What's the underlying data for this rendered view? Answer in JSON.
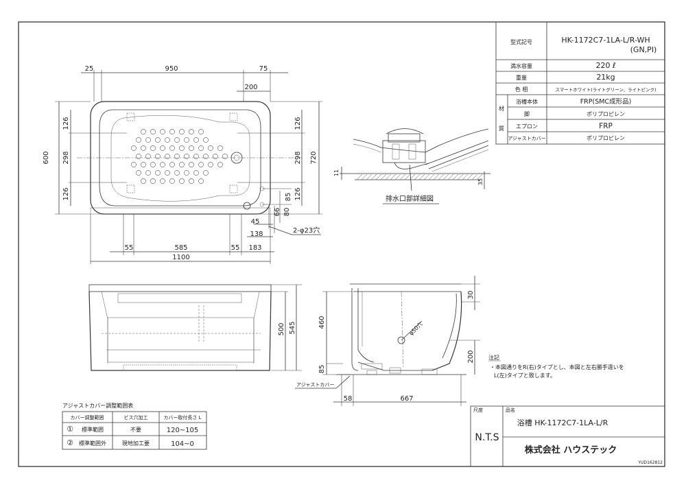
{
  "spec_table": {
    "model_label": "型式記号",
    "model_value_1": "HK-1172C7-1LA-L/R-WH",
    "model_value_2": "(GN,PI)",
    "capacity_label": "満水容量",
    "capacity_value": "220 ℓ",
    "weight_label": "重量",
    "weight_value": "21kg",
    "color_label": "色 相",
    "color_value": "スマートホワイト(ライトグリーン、ライトピンク)",
    "material_group": [
      "材",
      "質"
    ],
    "material_rows": [
      {
        "label": "浴槽本体",
        "value": "FRP(SMC成形品)"
      },
      {
        "label": "脚",
        "value": "ポリプロピレン"
      },
      {
        "label": "エプロン",
        "value": "FRP"
      },
      {
        "label": "アジャストカバー",
        "value": "ポリプロピレン"
      }
    ]
  },
  "plan_dims": {
    "top": [
      "25",
      "950",
      "75",
      "200"
    ],
    "left_total": "600",
    "left_parts": [
      "126",
      "298",
      "126"
    ],
    "right_total": "720",
    "right_parts": [
      "126",
      "298",
      "126"
    ],
    "drain": [
      "85",
      "80",
      "66"
    ],
    "bottom_small": [
      "45",
      "138"
    ],
    "hole_note": "2-φ23穴",
    "bottom_row": [
      "55",
      "585",
      "55",
      "183"
    ],
    "bottom_total": "1100"
  },
  "drain_detail": {
    "caption": "排水口部詳細図",
    "dims": [
      "11",
      "35"
    ]
  },
  "front_dims": [
    "545",
    "500"
  ],
  "side_dims": {
    "top": "30",
    "height": "460",
    "base": "85",
    "drain_dia": "φ50穴",
    "drain_h": "200",
    "bottom": [
      "58",
      "667"
    ],
    "cover_label": "アジャストカバー"
  },
  "notes": {
    "title": "注記",
    "line1": "・本図通りをR(右)タイプとし、本図と左右勝手違いを",
    "line2": "L(左)タイプと致します。"
  },
  "adjust_table": {
    "title": "アジャストカバー調整範囲表",
    "headers": [
      "カバー調整範囲",
      "ビス穴加工",
      "カバー取付長さ L"
    ],
    "rows": [
      {
        "num": "①",
        "range": "標準範囲",
        "work": "不要",
        "length": "120~105"
      },
      {
        "num": "②",
        "range": "標準範囲外",
        "work": "現地加工要",
        "length": "104~0"
      }
    ]
  },
  "title_block": {
    "scale_label": "尺度",
    "scale_value": "N.T.S",
    "name_label": "品名",
    "name_value": "浴槽 HK-1172C7-1LA-L/R",
    "company": "株式会社 ハウステック",
    "doc_no": "YUD162812"
  }
}
